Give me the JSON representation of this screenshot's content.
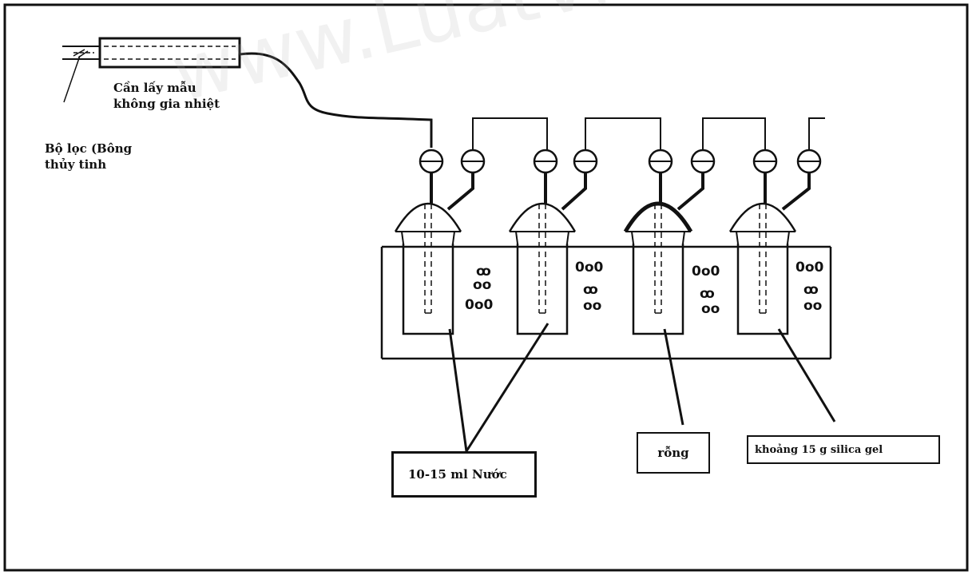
{
  "labels": {
    "probe": [
      "Cần lấy mẫu",
      "không gia nhiệt"
    ],
    "filter": [
      "Bộ lọc (Bông",
      "thủy tinh"
    ]
  },
  "boxes": {
    "water": "10-15 ml Nước",
    "empty": "rỗng",
    "silica": "khoảng 15 g silica gel"
  },
  "watermark": "www.LuatVietnam.vn",
  "impinger_count": 4,
  "colors": {
    "line": "#111111",
    "paper": "#ffffff",
    "watermark": "#b4b4b4"
  }
}
